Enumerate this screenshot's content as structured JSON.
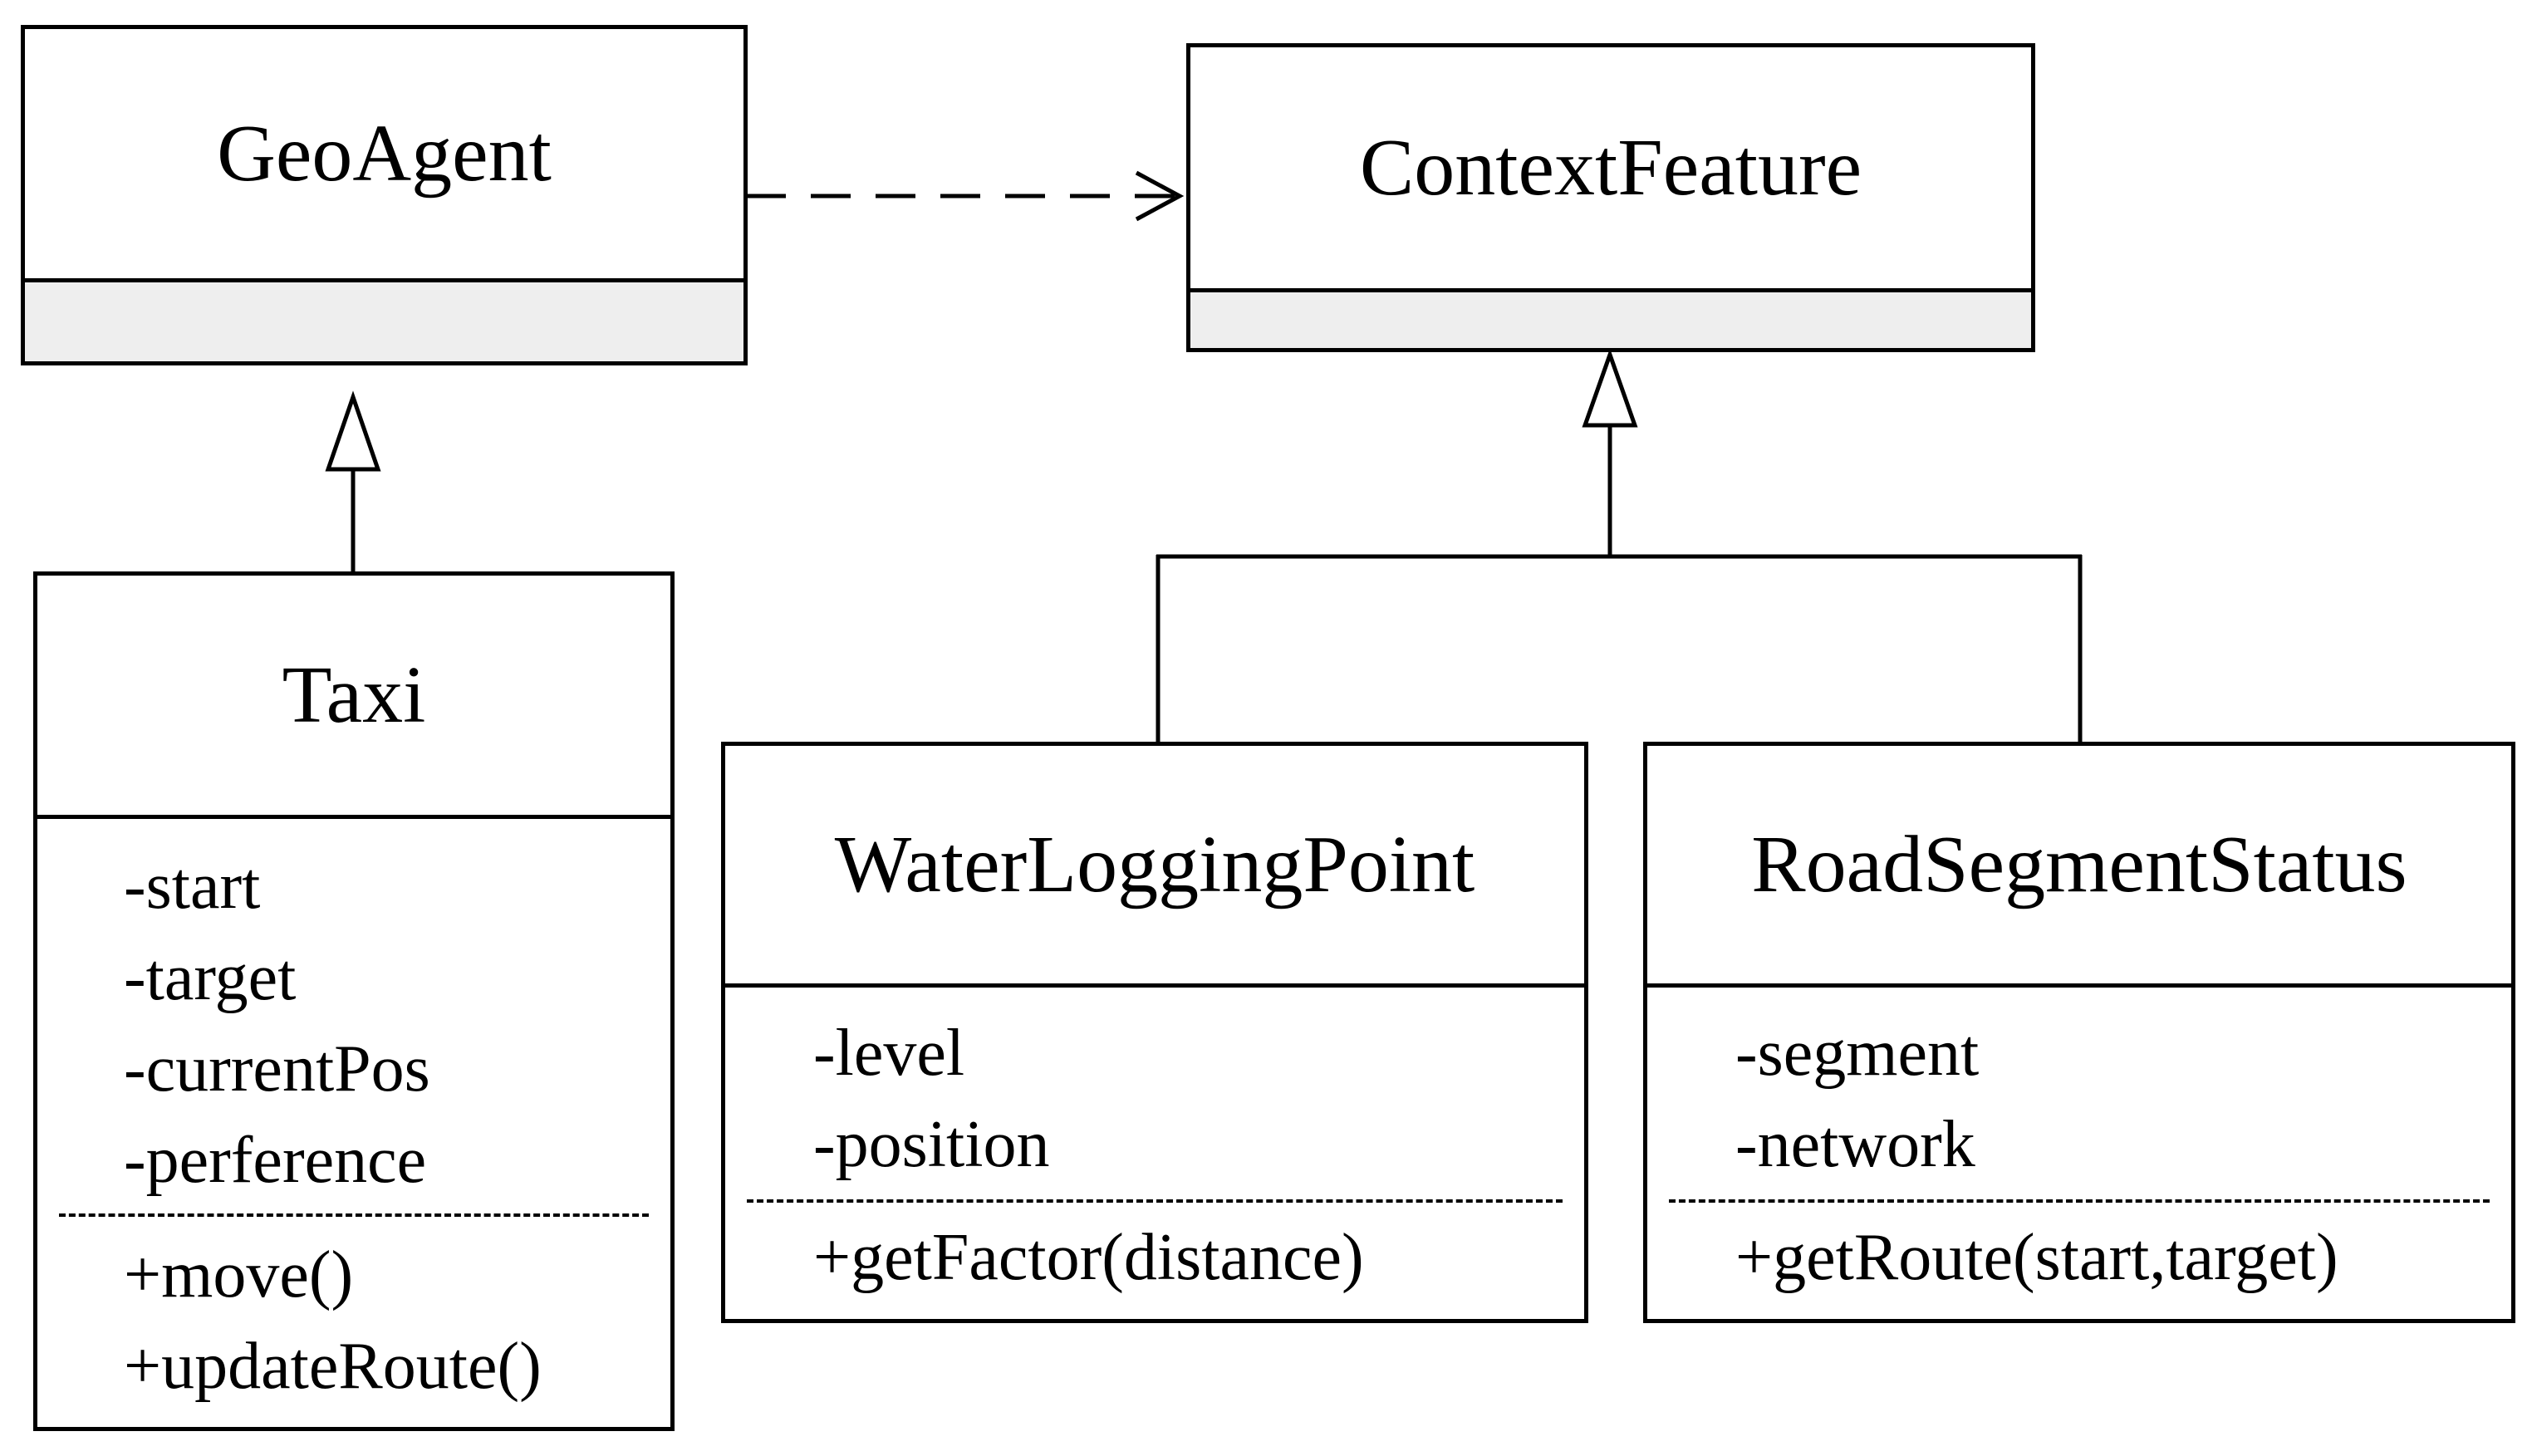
{
  "classes": {
    "geoagent": {
      "name": "GeoAgent"
    },
    "contextfeature": {
      "name": "ContextFeature"
    },
    "taxi": {
      "name": "Taxi",
      "attributes": [
        "-start",
        "-target",
        "-currentPos",
        "-perference"
      ],
      "methods": [
        "+move()",
        "+updateRoute()"
      ]
    },
    "waterlogging": {
      "name": "WaterLoggingPoint",
      "attributes": [
        "-level",
        "-position"
      ],
      "methods": [
        "+getFactor(distance)"
      ]
    },
    "roadsegment": {
      "name": "RoadSegmentStatus",
      "attributes": [
        "-segment",
        "-network"
      ],
      "methods": [
        "+getRoute(start,target)"
      ]
    }
  },
  "relations": [
    {
      "from": "GeoAgent",
      "to": "ContextFeature",
      "type": "dependency"
    },
    {
      "from": "Taxi",
      "to": "GeoAgent",
      "type": "generalization"
    },
    {
      "from": "WaterLoggingPoint",
      "to": "ContextFeature",
      "type": "generalization"
    },
    {
      "from": "RoadSegmentStatus",
      "to": "ContextFeature",
      "type": "generalization"
    }
  ]
}
